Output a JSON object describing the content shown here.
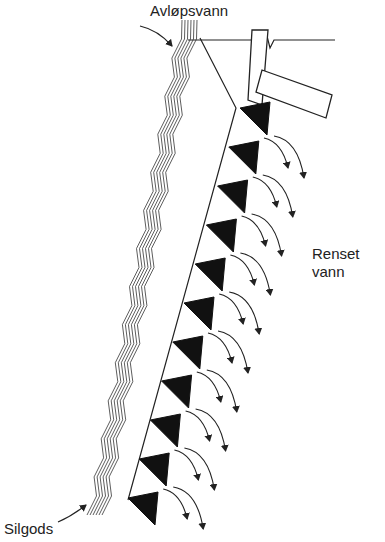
{
  "diagram": {
    "labels": [
      "Avløpsvann",
      "Renset vann",
      "Silgods"
    ]
  }
}
